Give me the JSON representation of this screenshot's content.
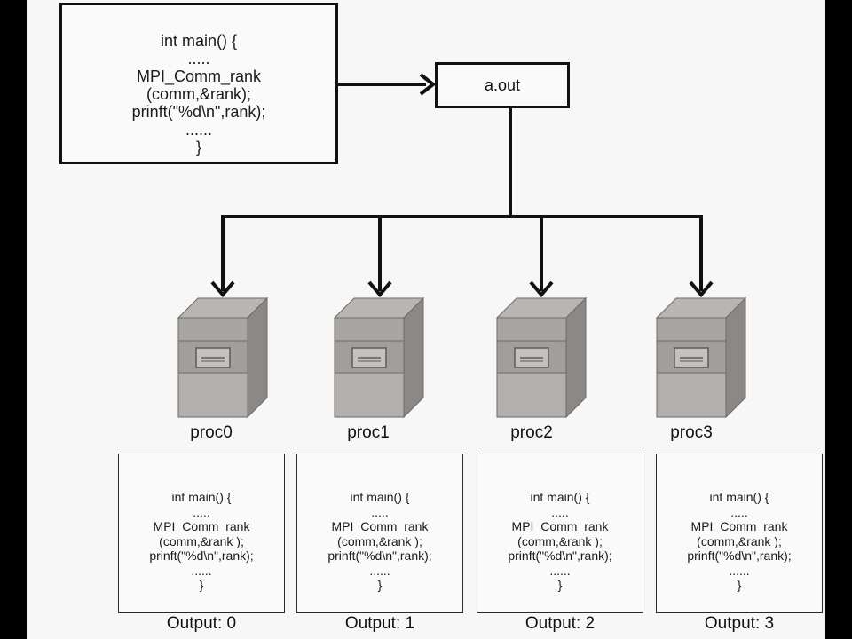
{
  "source_code": [
    "int main() {",
    ".....",
    "MPI_Comm_rank",
    "(comm,&rank);",
    "prinft(\"%d\\n\",rank);",
    "......",
    "}"
  ],
  "executable": "a.out",
  "processes": [
    {
      "label": "proc0",
      "code": [
        "int main() {",
        ".....",
        "MPI_Comm_rank",
        "(comm,&rank );",
        "prinft(\"%d\\n\",rank);",
        "......",
        "}"
      ],
      "output": "Output: 0"
    },
    {
      "label": "proc1",
      "code": [
        "int main() {",
        ".....",
        "MPI_Comm_rank",
        "(comm,&rank );",
        "prinft(\"%d\\n\",rank);",
        "......",
        "}"
      ],
      "output": "Output: 1"
    },
    {
      "label": "proc2",
      "code": [
        "int main() {",
        ".....",
        "MPI_Comm_rank",
        "(comm,&rank );",
        "prinft(\"%d\\n\",rank);",
        "......",
        "}"
      ],
      "output": "Output: 2"
    },
    {
      "label": "proc3",
      "code": [
        "int main() {",
        ".....",
        "MPI_Comm_rank",
        "(comm,&rank );",
        "prinft(\"%d\\n\",rank);",
        "......",
        "}"
      ],
      "output": "Output: 3"
    }
  ]
}
